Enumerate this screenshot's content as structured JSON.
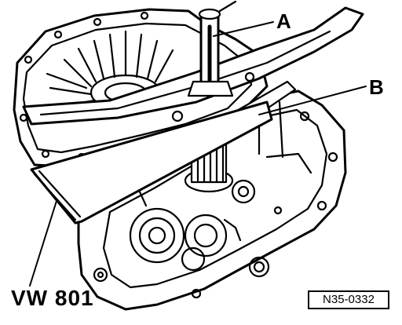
{
  "callouts": {
    "a": "A",
    "b": "B",
    "tool": "VW 801"
  },
  "reference_code": "N35-0332",
  "colors": {
    "ink": "#000000",
    "paper": "#ffffff"
  }
}
